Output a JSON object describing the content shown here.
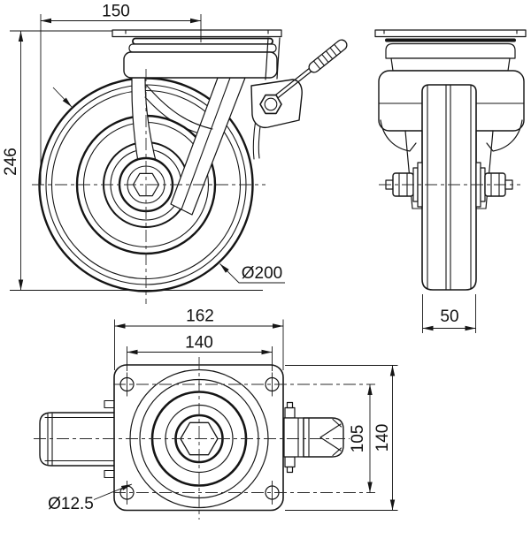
{
  "drawing": {
    "background_color": "#ffffff",
    "line_color": "#151515",
    "views": {
      "front": {
        "dims": {
          "top_width": "150",
          "overall_height": "246",
          "wheel_diameter": "Ø200"
        }
      },
      "side": {
        "dims": {
          "wheel_width": "50"
        }
      },
      "plan": {
        "dims": {
          "plate_length": "162",
          "bolt_spacing_length": "140",
          "bolt_spacing_width": "105",
          "plate_width": "140",
          "bolt_hole_diameter": "Ø12.5"
        }
      }
    }
  }
}
